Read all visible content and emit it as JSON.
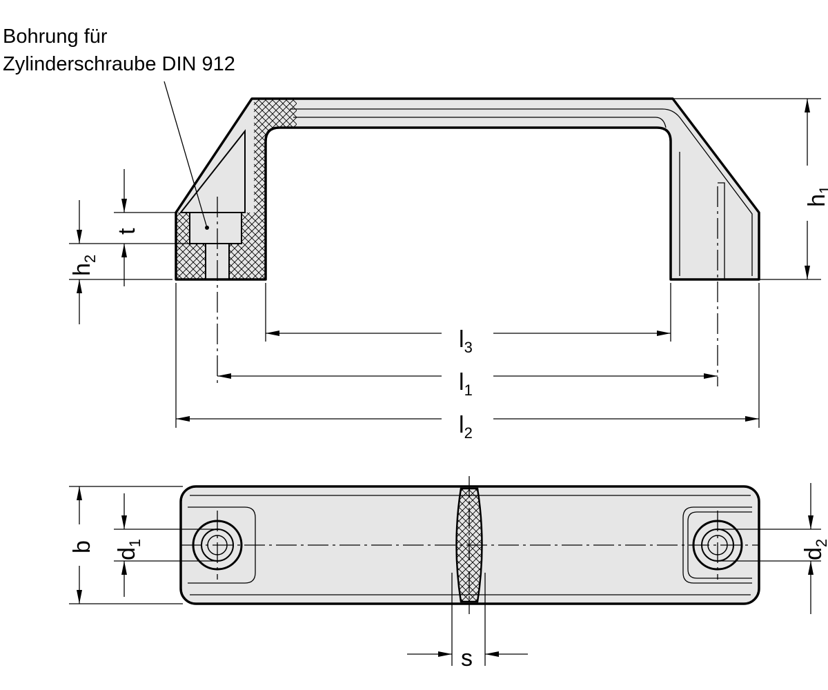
{
  "note": {
    "line1": "Bohrung für",
    "line2": "Zylinderschraube DIN 912"
  },
  "dims": {
    "t": "t",
    "h2": {
      "base": "h",
      "sub": "2"
    },
    "h1": {
      "base": "h",
      "sub": "1"
    },
    "l3": {
      "base": "l",
      "sub": "3"
    },
    "l1": {
      "base": "l",
      "sub": "1"
    },
    "l2": {
      "base": "l",
      "sub": "2"
    },
    "b": "b",
    "d1": {
      "base": "d",
      "sub": "1"
    },
    "d2": {
      "base": "d",
      "sub": "2"
    },
    "s": "s"
  }
}
